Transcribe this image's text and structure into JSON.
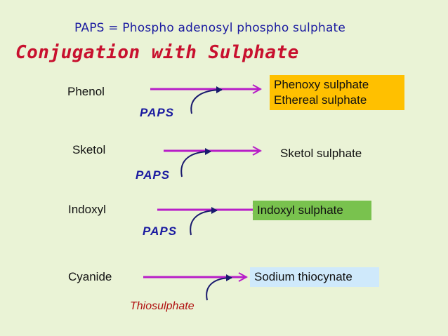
{
  "header": {
    "subtitle": "PAPS = Phospho adenosyl phospho sulphate",
    "title": "Conjugation with Sulphate"
  },
  "reactions": [
    {
      "substrate": "Phenol",
      "reagent": "PAPS",
      "products": [
        "Phenoxy sulphate",
        "Ethereal sulphate"
      ],
      "product_bg": "#ffc000"
    },
    {
      "substrate": "Sketol",
      "reagent": "PAPS",
      "products": [
        "Sketol sulphate"
      ],
      "product_bg": "none"
    },
    {
      "substrate": "Indoxyl",
      "reagent": "PAPS",
      "products": [
        "Indoxyl sulphate"
      ],
      "product_bg": "#79c24e"
    },
    {
      "substrate": "Cyanide",
      "reagent": "Thiosulphate",
      "products": [
        "Sodium thiocynate"
      ],
      "product_bg": "#cfe9fb"
    }
  ],
  "colors": {
    "background": "#eaf3d6",
    "arrow": "#b81ec8",
    "curved_arrow": "#1a1a6e",
    "title": "#c8102e",
    "subtitle": "#1a1aa0"
  }
}
